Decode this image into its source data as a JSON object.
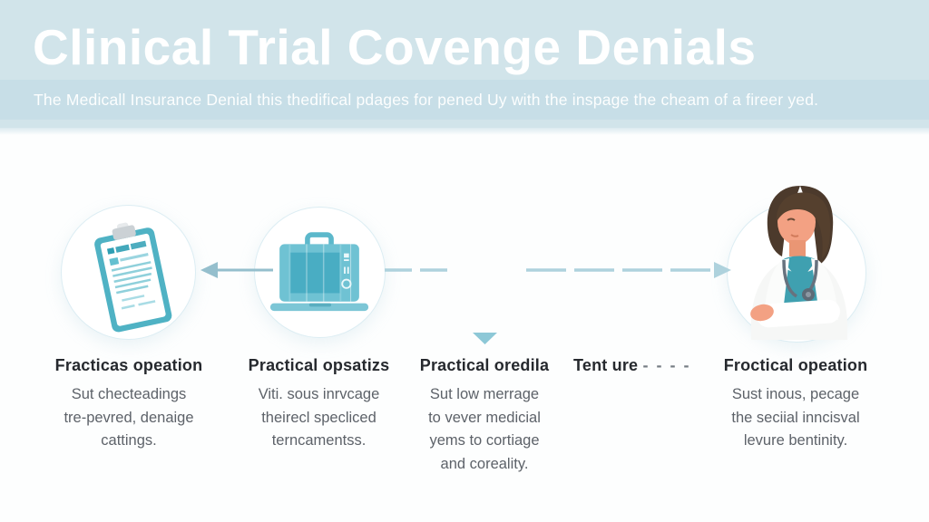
{
  "theme": {
    "header_bg": "#d1e4ea",
    "header_band": "#c7dee7",
    "title_color": "#ffffff",
    "teal": "#55b5c8",
    "teal_dark": "#49adc3",
    "teal_light": "#7cc6d6",
    "arrow": "#aed2dd",
    "arrow_solid": "#95bfcd",
    "heading_text": "#26292e",
    "body_text": "#5d6269",
    "circle_border": "#dcedf3",
    "canvas_bg": "#fdfefe"
  },
  "header": {
    "title": "Clinical Trial Covenge Denials",
    "subtitle": "The Medicall Insurance Denial this thedifical pdages for pened Uy with the inspage the cheam of a fireer yed."
  },
  "flow": {
    "nodes": [
      {
        "icon": "clipboard-icon"
      },
      {
        "icon": "briefcase-icon"
      },
      {
        "icon": "doctor-icon"
      }
    ]
  },
  "columns": [
    {
      "heading": "Fracticas opeation",
      "lines": [
        "Sut checteadings",
        "tre-pevred, denaige",
        "cattings."
      ]
    },
    {
      "heading": "Practical opsatizs",
      "lines": [
        "Viti. sous inrvcage",
        "theirecl specliced",
        "terncamentss."
      ]
    },
    {
      "heading": "Practical oredila",
      "lines": [
        "Sut low merrage",
        "to vever medicial",
        "yems to cortiage",
        "and coreality."
      ]
    },
    {
      "heading": "Tent ure",
      "dashes": "- - - -",
      "lines": []
    },
    {
      "heading": "Froctical opeation",
      "lines": [
        "Sust inous, pecage",
        "the seciial inncisval",
        "levure bentinity."
      ]
    }
  ]
}
